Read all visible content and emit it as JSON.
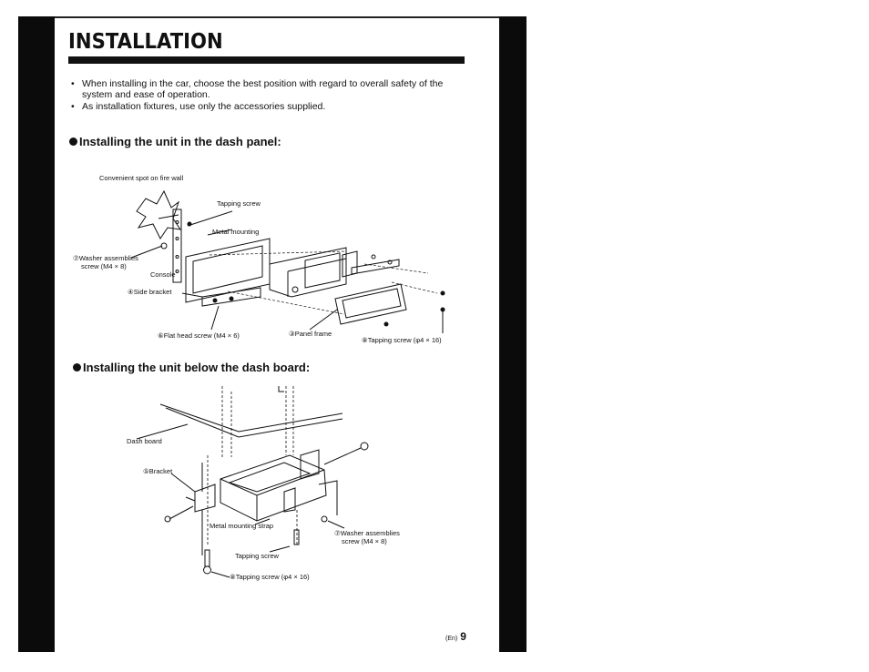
{
  "page": {
    "title": "INSTALLATION",
    "bullets": [
      "When installing in the car, choose the best position with regard to overall safety of the system and ease of operation.",
      "As installation fixtures, use only the accessories supplied."
    ],
    "section1_heading": "Installing the unit in the dash panel:",
    "section2_heading": "Installing the unit below the dash board:",
    "page_label": "(En)",
    "page_number": "9"
  },
  "figure1": {
    "convenient_spot": "Convenient spot on fire wall",
    "tapping_screw": "Tapping screw",
    "metal_mounting": "Metal mounting",
    "washer_line1": "⑦Washer assemblies",
    "washer_line2": "screw (M4 × 8)",
    "console": "Console",
    "side_bracket": "④Side bracket",
    "flat_head_screw": "⑥Flat head screw (M4 × 6)",
    "panel_frame": "③Panel frame",
    "tapping_screw_8": "⑧Tapping screw (φ4 × 16)"
  },
  "figure2": {
    "dash_board": "Dash board",
    "bracket": "⑤Bracket",
    "metal_mounting_strap": "Metal mounting strap",
    "washer_line1": "⑦Washer assemblies",
    "washer_line2": "screw (M4 × 8)",
    "tapping_screw": "Tapping screw",
    "tapping_screw_8": "⑧Tapping screw (φ4 × 16)"
  }
}
